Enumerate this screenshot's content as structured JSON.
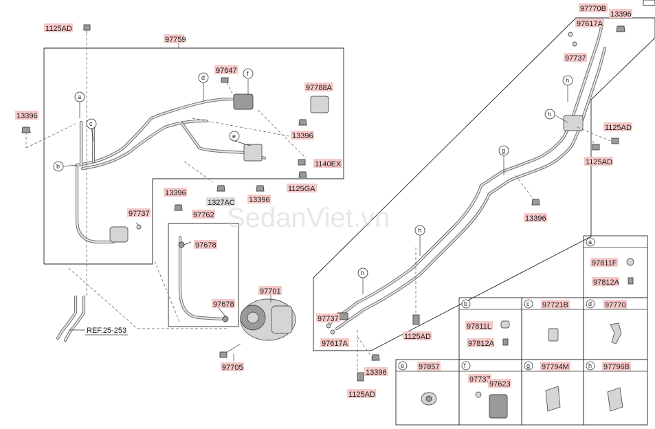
{
  "watermark": "SedanViet.vn",
  "reference": "REF.25-253",
  "labels": {
    "p1125AD_top": "1125AD",
    "p97759": "97759",
    "p13396_left": "13396",
    "p97647": "97647",
    "p97788A": "97788A",
    "p13396_mid": "13396",
    "p1140EX": "1140EX",
    "p1125GA": "1125GA",
    "p13396_mid2": "13396",
    "p1327AC": "1327AC",
    "p13396_left2": "13396",
    "p97737_left": "97737",
    "p97762": "97762",
    "p97678_a": "97678",
    "p97678_b": "97678",
    "p97701": "97701",
    "p97705": "97705",
    "p97770B": "97770B",
    "p13396_tr": "13396",
    "p97617A_top": "97617A",
    "p97737_top": "97737",
    "p1125AD_r1": "1125AD",
    "p1125AD_r2": "1125AD",
    "p13396_r": "13396",
    "p97737_bl": "97737",
    "p97617A_bl": "97617A",
    "p1125AD_bm": "1125AD",
    "p13396_bl": "13396",
    "p1125AD_bl": "1125AD"
  },
  "callouts": {
    "a": "a",
    "b": "b",
    "c": "c",
    "d": "d",
    "e": "e",
    "f": "f",
    "g": "g",
    "h": "h"
  },
  "detail_boxes": {
    "a": {
      "letter": "a",
      "part1": "97811F",
      "part2": "97812A"
    },
    "b": {
      "letter": "b",
      "part1": "97811L",
      "part2": "97812A"
    },
    "c": {
      "letter": "c",
      "part": "97721B"
    },
    "d": {
      "letter": "d",
      "part": "97770"
    },
    "e": {
      "letter": "e",
      "part": "97857"
    },
    "f": {
      "letter": "f",
      "part1": "97737",
      "part2": "97623"
    },
    "g": {
      "letter": "g",
      "part": "97794M"
    },
    "h": {
      "letter": "h",
      "part": "97796B"
    }
  }
}
